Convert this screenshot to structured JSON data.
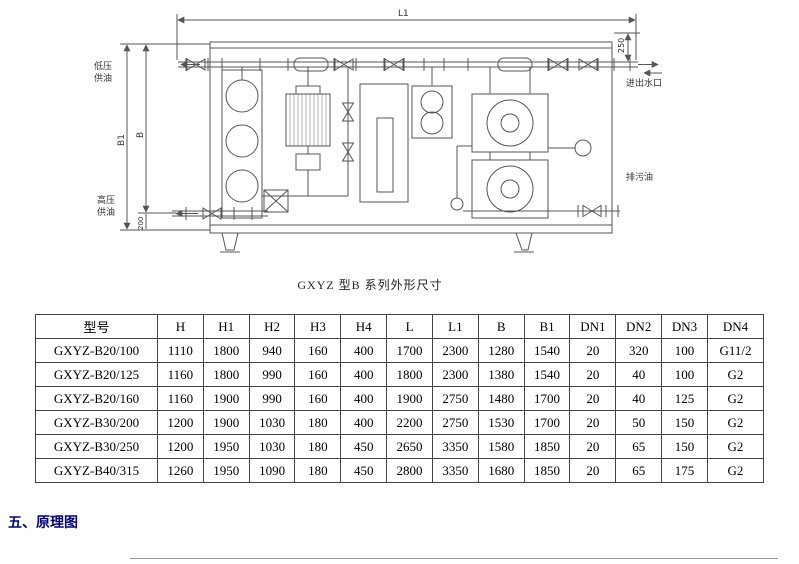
{
  "drawing": {
    "caption": "GXYZ 型B 系列外形尺寸",
    "dims": {
      "l1": "L1",
      "b1": "B1",
      "b": "B",
      "right_250": "250",
      "left_200": "200"
    },
    "ports": {
      "low_pressure_line1": "低压",
      "low_pressure_line2": "供油",
      "high_pressure_line1": "高压",
      "high_pressure_line2": "供油",
      "water_inlet_outlet": "进出水口",
      "drain_oil": "排污油"
    }
  },
  "table": {
    "headers": [
      "型号",
      "H",
      "H1",
      "H2",
      "H3",
      "H4",
      "L",
      "L1",
      "B",
      "B1",
      "DN1",
      "DN2",
      "DN3",
      "DN4"
    ],
    "rows": [
      [
        "GXYZ-B20/100",
        "1110",
        "1800",
        "940",
        "160",
        "400",
        "1700",
        "2300",
        "1280",
        "1540",
        "20",
        "320",
        "100",
        "G11/2"
      ],
      [
        "GXYZ-B20/125",
        "1160",
        "1800",
        "990",
        "160",
        "400",
        "1800",
        "2300",
        "1380",
        "1540",
        "20",
        "40",
        "100",
        "G2"
      ],
      [
        "GXYZ-B20/160",
        "1160",
        "1900",
        "990",
        "160",
        "400",
        "1900",
        "2750",
        "1480",
        "1700",
        "20",
        "40",
        "125",
        "G2"
      ],
      [
        "GXYZ-B30/200",
        "1200",
        "1900",
        "1030",
        "180",
        "400",
        "2200",
        "2750",
        "1530",
        "1700",
        "20",
        "50",
        "150",
        "G2"
      ],
      [
        "GXYZ-B30/250",
        "1200",
        "1950",
        "1030",
        "180",
        "450",
        "2650",
        "3350",
        "1580",
        "1850",
        "20",
        "65",
        "150",
        "G2"
      ],
      [
        "GXYZ-B40/315",
        "1260",
        "1950",
        "1090",
        "180",
        "450",
        "2800",
        "3350",
        "1680",
        "1850",
        "20",
        "65",
        "175",
        "G2"
      ]
    ]
  },
  "section": {
    "heading": "五、原理图",
    "heading_color": "#000080"
  }
}
